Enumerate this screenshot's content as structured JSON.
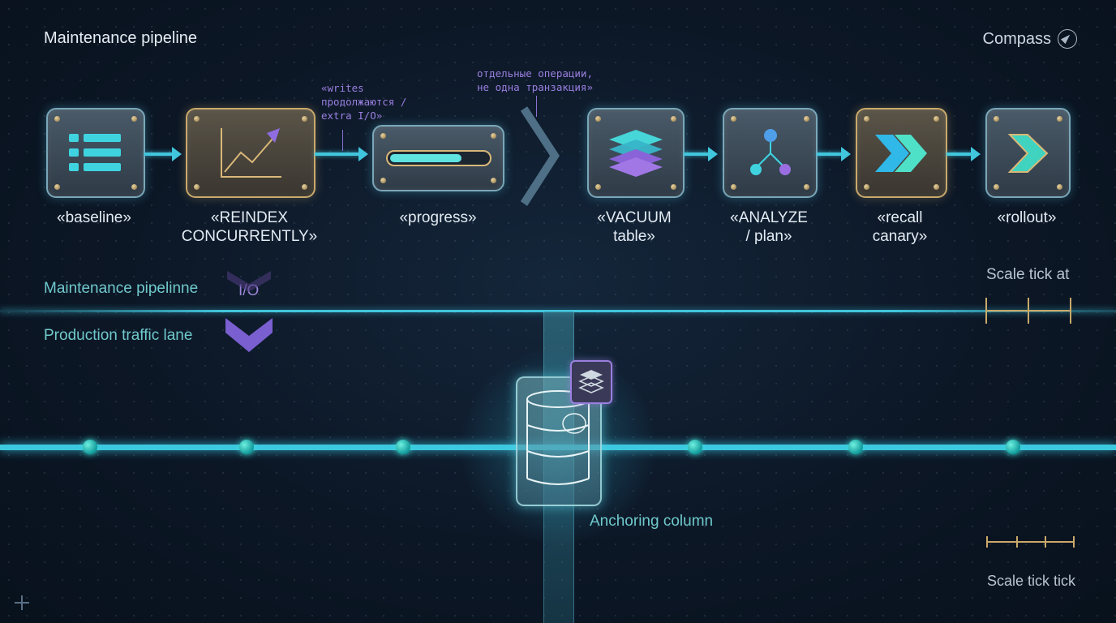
{
  "header": {
    "title": "Maintenance pipeline",
    "compass_label": "Compass"
  },
  "stages": [
    {
      "label": "«baseline»",
      "icon": "list-icon"
    },
    {
      "label": "«REINDEX\nCONCURRENTLY»",
      "icon": "trend-chart-icon"
    },
    {
      "label": "«progress»",
      "icon": "progress-bar-icon"
    },
    {
      "label": "«VACUUM\ntable»",
      "icon": "layers-icon"
    },
    {
      "label": "«ANALYZE\n/ plan»",
      "icon": "tree-icon"
    },
    {
      "label": "«recall\ncanary»",
      "icon": "double-chevron-icon"
    },
    {
      "label": "«rollout»",
      "icon": "chevron-right-icon"
    }
  ],
  "notes": {
    "writes_note": "«writes\nпродолжаются /\nextra I/O»",
    "ops_note": "отдельные операции,\nне одна транзакция»"
  },
  "lanes": {
    "pipeline_label": "Maintenance pipelinne",
    "io_label": "I/O",
    "traffic_label": "Production traffic lane"
  },
  "anchor": {
    "label": "Anchoring column",
    "icon": "database-icon"
  },
  "scales": {
    "top_label": "Scale tick at",
    "bottom_label": "Scale tick tick"
  },
  "colors": {
    "accent_cyan": "#41c6dd",
    "accent_purple": "#9a7fe0",
    "gold": "#c9a96a"
  }
}
